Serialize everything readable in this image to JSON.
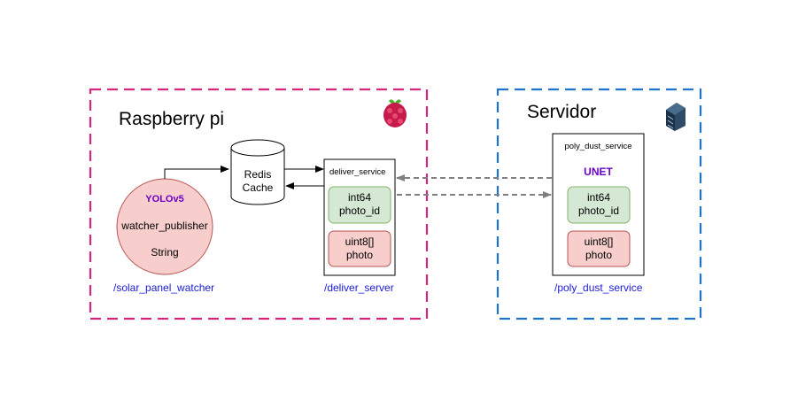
{
  "colors": {
    "raspberry_border": "#d4267a",
    "server_border": "#1f74c9",
    "accent_text": "#6a00c8",
    "path_text": "#1a1adb",
    "green_fill": "#d5e8d4",
    "green_stroke": "#82b366",
    "red_fill": "#f8cecc",
    "red_stroke": "#b85450"
  },
  "raspberry": {
    "title": "Raspberry pi",
    "icon": "raspberry-pi-logo-icon",
    "watcher": {
      "model": "YOLOv5",
      "name": "watcher_publisher",
      "type": "String",
      "path": "/solar_panel_watcher"
    },
    "cache": {
      "line1": "Redis",
      "line2": "Cache"
    },
    "deliver": {
      "title": "deliver_service",
      "field1": {
        "type": "int64",
        "name": "photo_id"
      },
      "field2": {
        "type": "uint8[]",
        "name": "photo"
      },
      "path": "/deliver_server"
    }
  },
  "server": {
    "title": "Servidor",
    "icon": "server-rack-icon",
    "poly": {
      "title": "poly_dust_service",
      "model": "UNET",
      "field1": {
        "type": "int64",
        "name": "photo_id"
      },
      "field2": {
        "type": "uint8[]",
        "name": "photo"
      },
      "path": "/poly_dust_service"
    }
  }
}
